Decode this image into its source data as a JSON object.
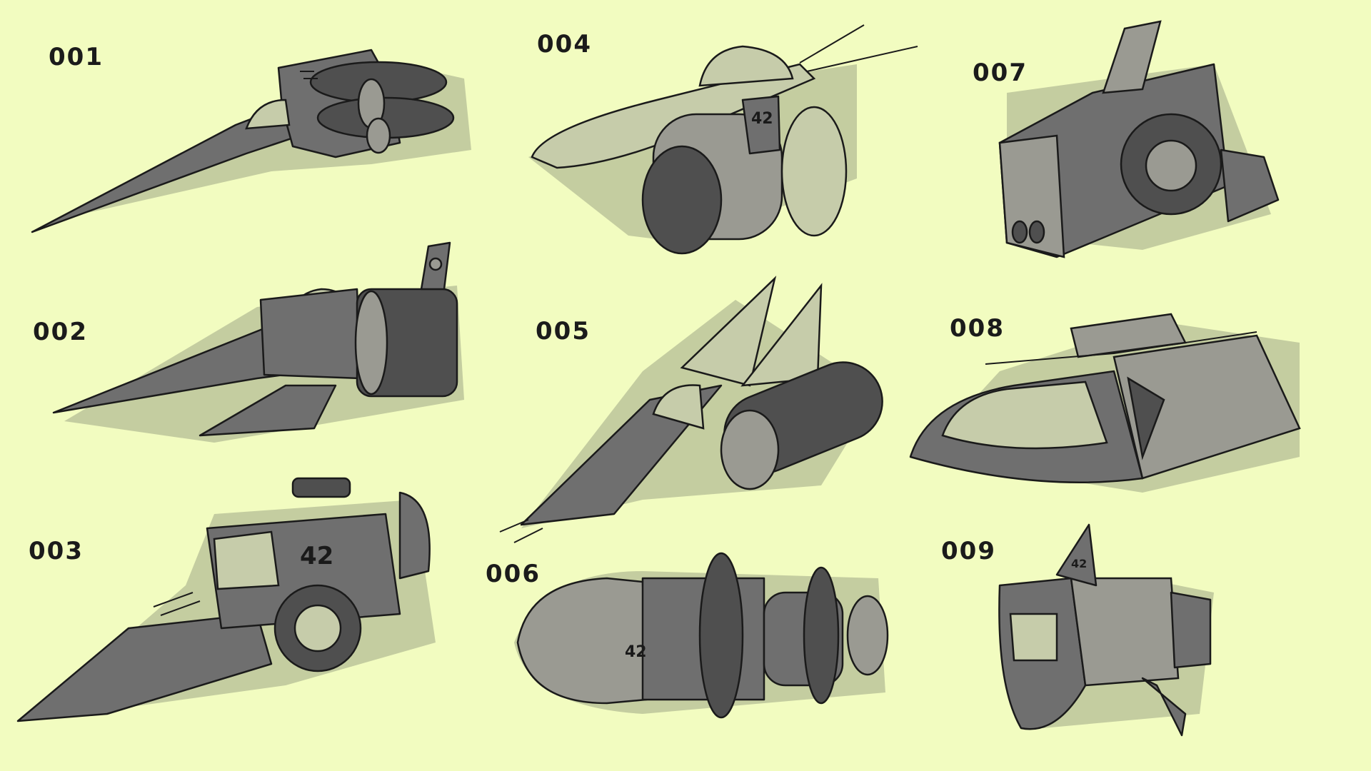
{
  "sketches": [
    {
      "id": "001"
    },
    {
      "id": "002"
    },
    {
      "id": "003",
      "decal": "42"
    },
    {
      "id": "004",
      "decal": "42"
    },
    {
      "id": "005"
    },
    {
      "id": "006",
      "decal": "42"
    },
    {
      "id": "007"
    },
    {
      "id": "008"
    },
    {
      "id": "009",
      "decal": "42"
    }
  ],
  "colors": {
    "background": "#f2fcc0",
    "shadow": "#bcc49a",
    "body": "#6f6f6f",
    "ink": "#1a1a1a"
  }
}
